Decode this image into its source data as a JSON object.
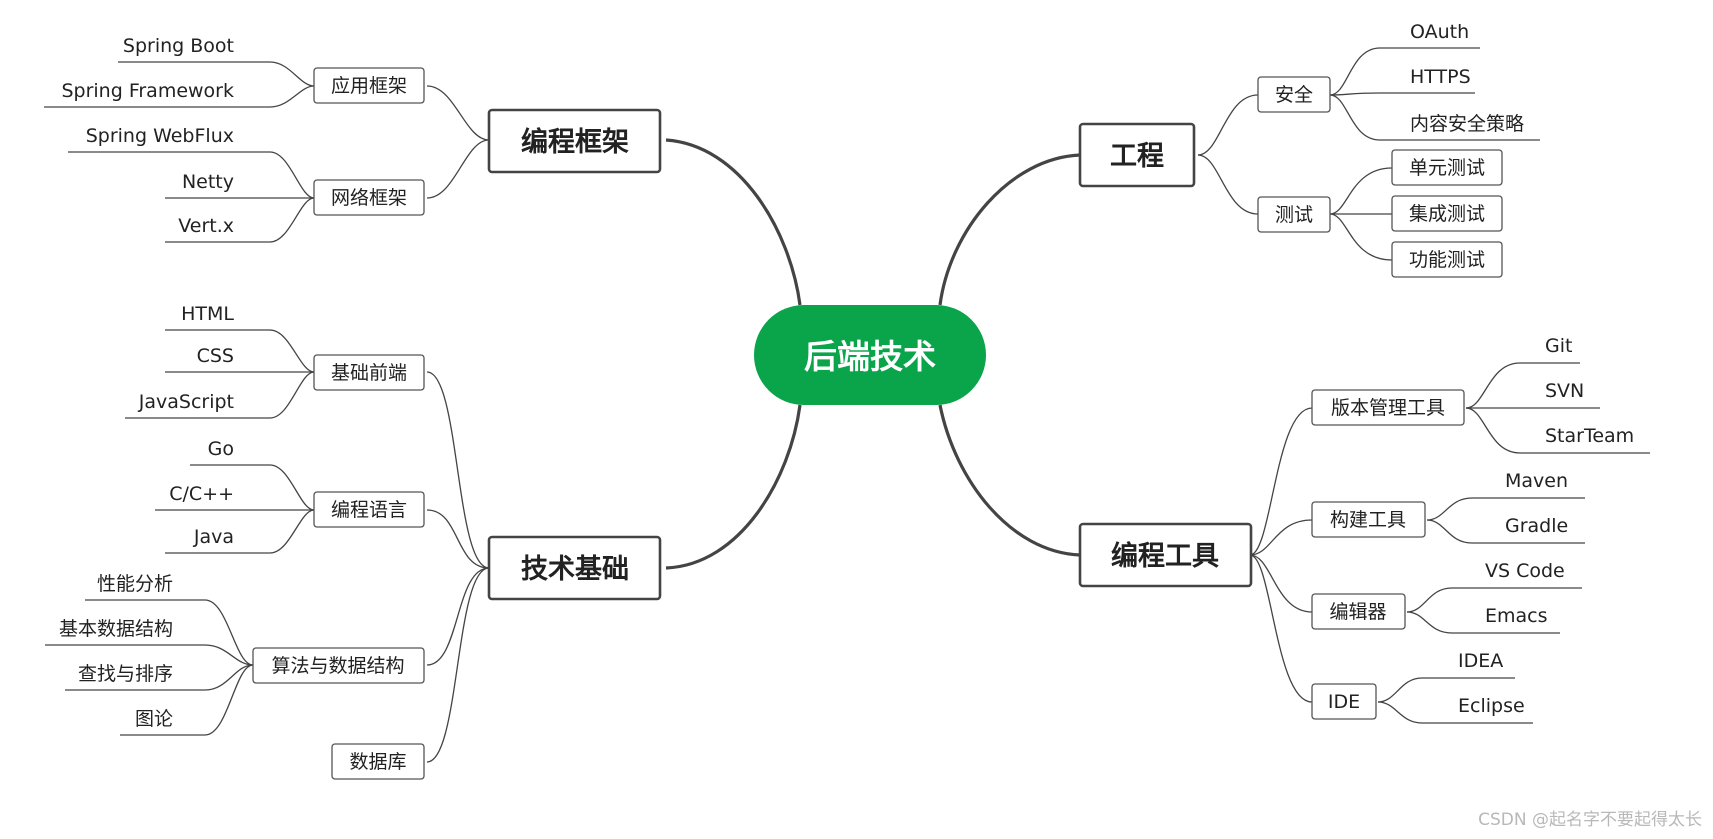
{
  "center": {
    "label": "后端技术",
    "color": "#0aa44a"
  },
  "branches": {
    "framework": {
      "label": "编程框架",
      "app": {
        "label": "应用框架",
        "leaves": [
          "Spring Boot",
          "Spring Framework"
        ]
      },
      "net": {
        "label": "网络框架",
        "leaves": [
          "Spring WebFlux",
          "Netty",
          "Vert.x"
        ]
      }
    },
    "foundation": {
      "label": "技术基础",
      "frontend": {
        "label": "基础前端",
        "leaves": [
          "HTML",
          "CSS",
          "JavaScript"
        ]
      },
      "lang": {
        "label": "编程语言",
        "leaves": [
          "Go",
          "C/C++",
          "Java"
        ]
      },
      "algo": {
        "label": "算法与数据结构",
        "leaves": [
          "性能分析",
          "基本数据结构",
          "查找与排序",
          "图论"
        ]
      },
      "db": {
        "label": "数据库"
      }
    },
    "engineering": {
      "label": "工程",
      "security": {
        "label": "安全",
        "leaves": [
          "OAuth",
          "HTTPS",
          "内容安全策略"
        ]
      },
      "testing": {
        "label": "测试",
        "leaves": [
          "单元测试",
          "集成测试",
          "功能测试"
        ]
      }
    },
    "tools": {
      "label": "编程工具",
      "vcs": {
        "label": "版本管理工具",
        "leaves": [
          "Git",
          "SVN",
          "StarTeam"
        ]
      },
      "build": {
        "label": "构建工具",
        "leaves": [
          "Maven",
          "Gradle"
        ]
      },
      "editor": {
        "label": "编辑器",
        "leaves": [
          "VS Code",
          "Emacs"
        ]
      },
      "ide": {
        "label": "IDE",
        "leaves": [
          "IDEA",
          "Eclipse"
        ]
      }
    }
  },
  "watermark": "CSDN @起名字不要起得太长"
}
